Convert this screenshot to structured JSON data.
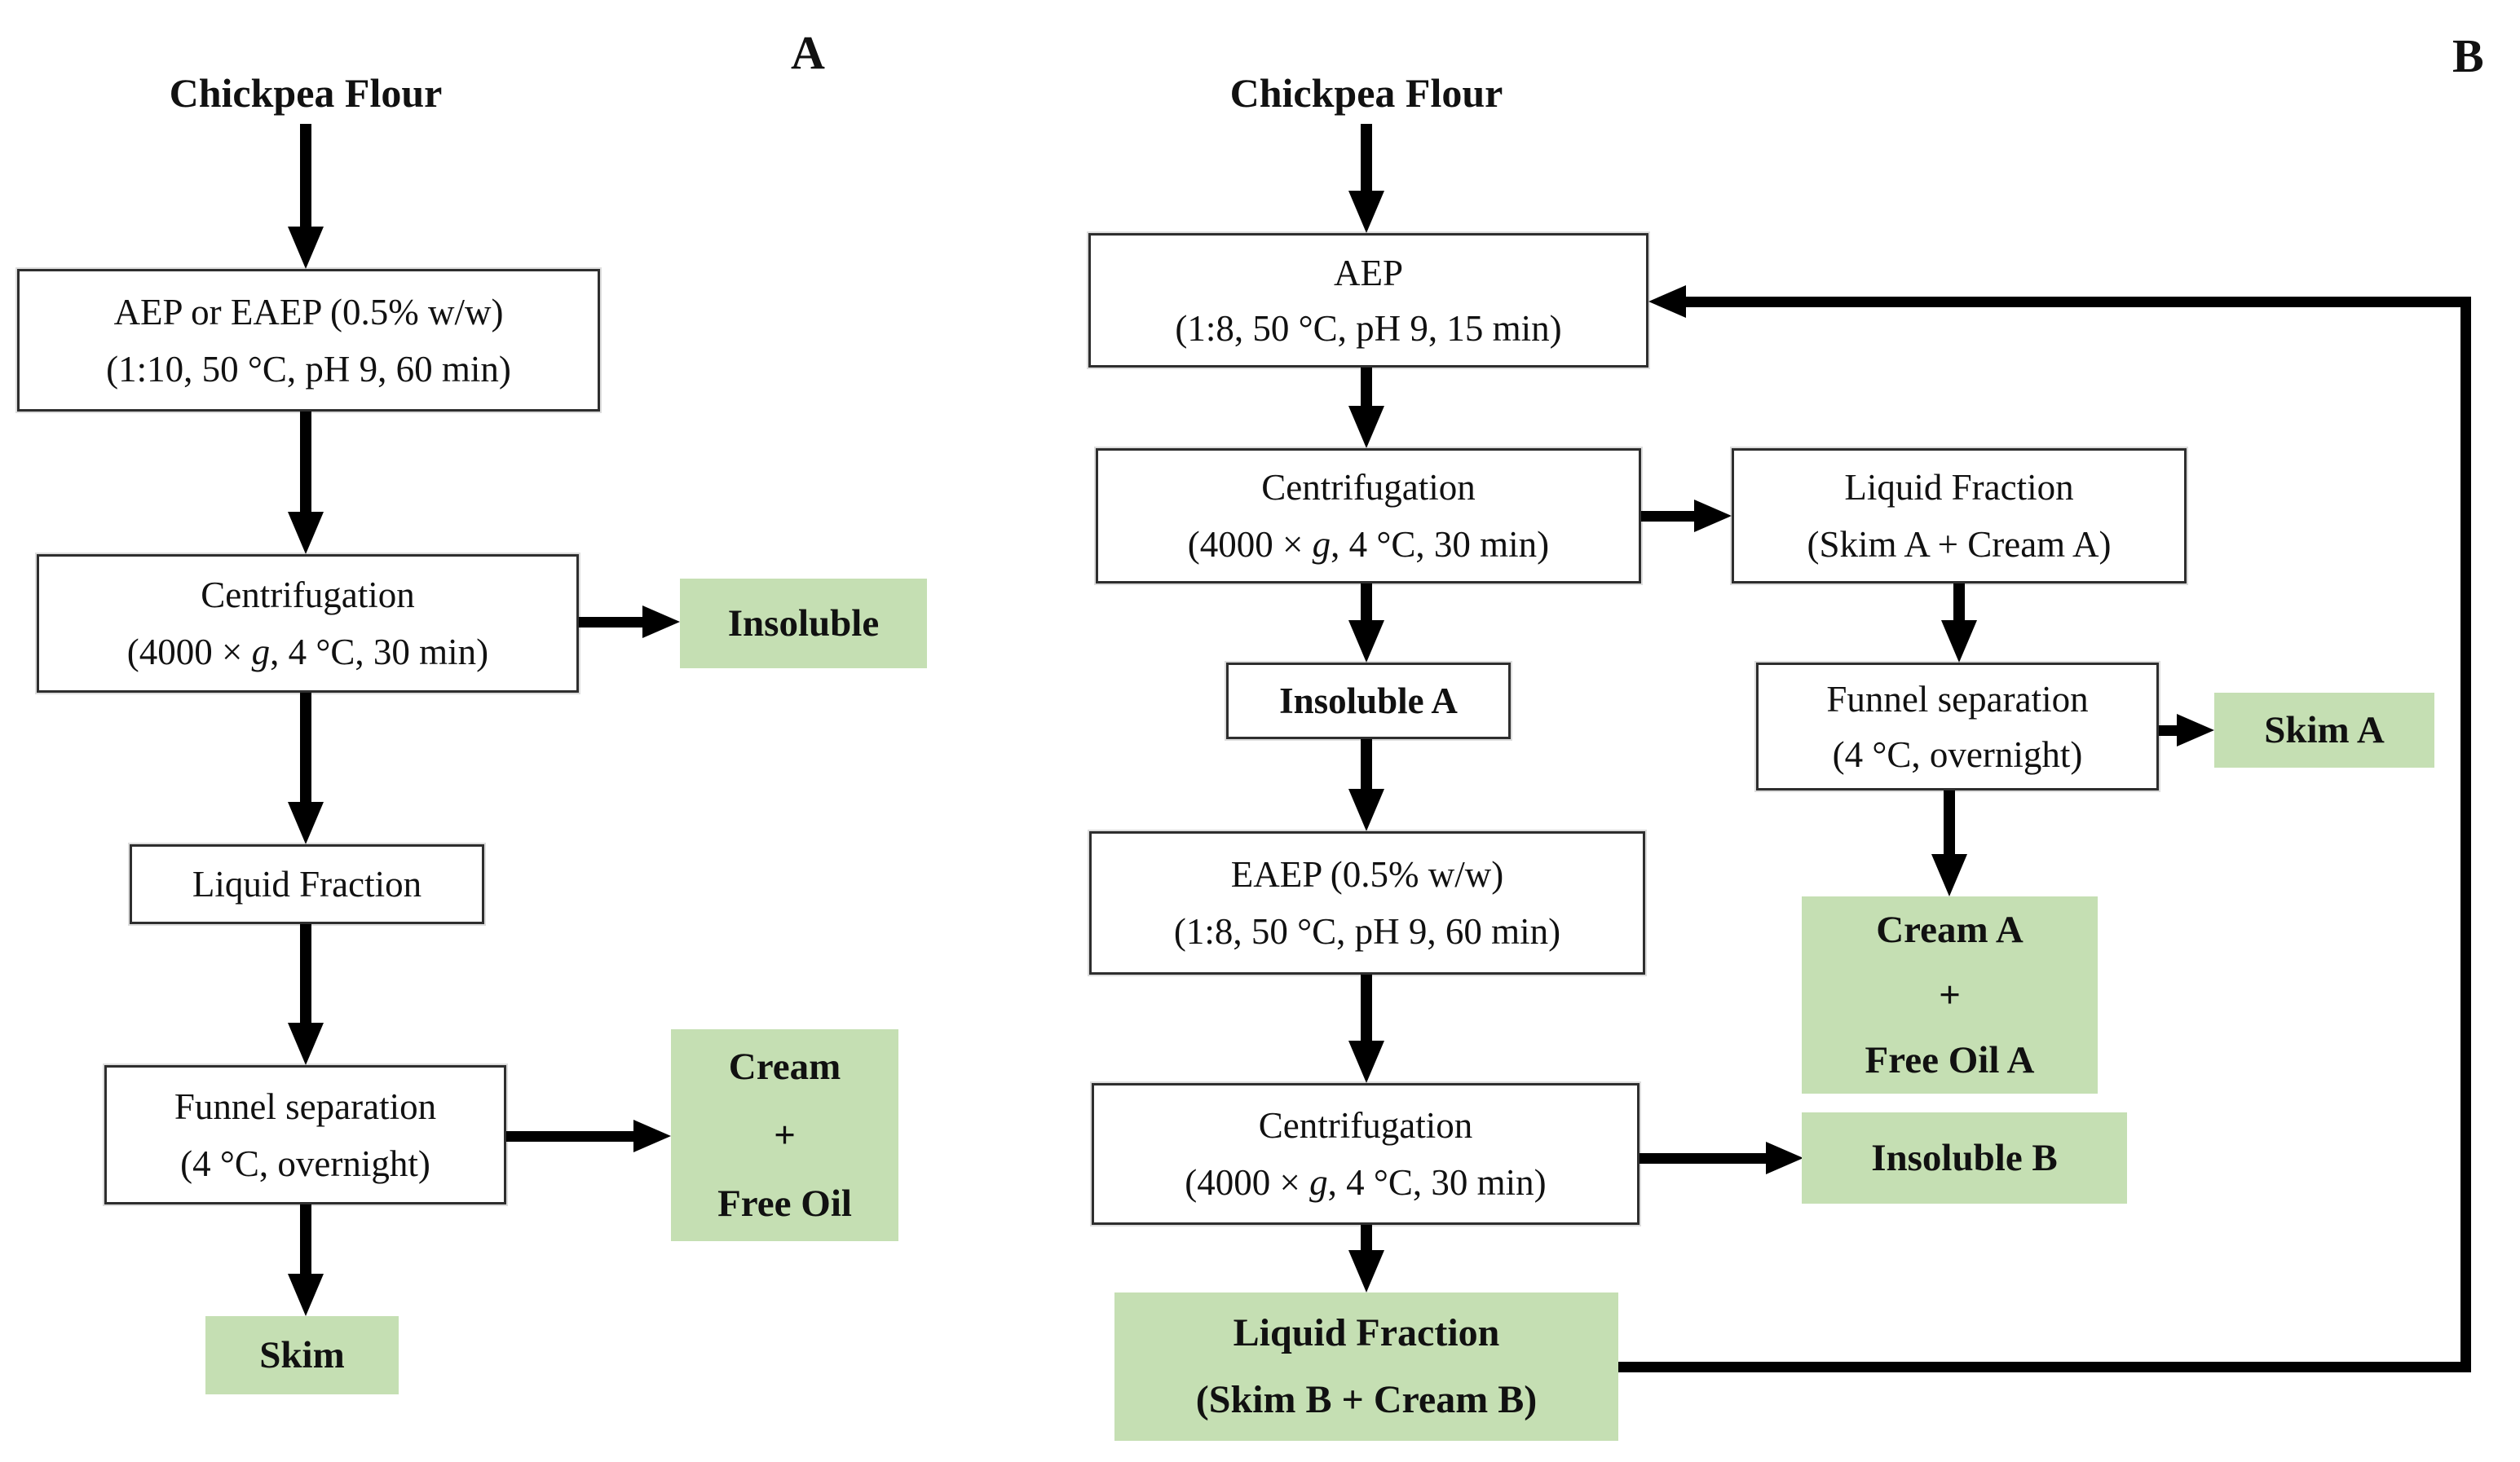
{
  "figure": {
    "colors": {
      "product_fill": "#c5dfb3",
      "box_border": "#2e2e2e",
      "arrow": "#000000"
    },
    "panels": [
      {
        "label": "A",
        "title": "Chickpea Flour",
        "nodes": {
          "aep": {
            "line1": "AEP or EAEP (0.5% w/w)",
            "line2": "(1:10, 50 °C, pH 9, 60 min)"
          },
          "centrifugation": {
            "line1": "Centrifugation",
            "line2_prefix": "(4000 × ",
            "line2_g": "g",
            "line2_suffix": ", 4 °C, 30 min)"
          },
          "insoluble": {
            "label": "Insoluble"
          },
          "liquid_fraction": {
            "label": "Liquid Fraction"
          },
          "funnel_separation": {
            "line1": "Funnel separation",
            "line2": "(4 °C, overnight)"
          },
          "cream_free_oil": {
            "line1": "Cream",
            "line2": "+",
            "line3": "Free Oil"
          },
          "skim": {
            "label": "Skim"
          }
        }
      },
      {
        "label": "B",
        "title": "Chickpea Flour",
        "nodes": {
          "aep": {
            "line1": "AEP",
            "line2": "(1:8, 50 °C, pH 9, 15 min)"
          },
          "centrifugation_1": {
            "line1": "Centrifugation",
            "line2_prefix": "(4000 × ",
            "line2_g": "g",
            "line2_suffix": ", 4 °C, 30 min)"
          },
          "liquid_fraction_a": {
            "line1": "Liquid Fraction",
            "line2": "(Skim A + Cream A)"
          },
          "insoluble_a": {
            "label": "Insoluble A"
          },
          "funnel_separation": {
            "line1": "Funnel separation",
            "line2": "(4 °C, overnight)"
          },
          "skim_a": {
            "label": "Skim A"
          },
          "cream_free_oil_a": {
            "line1": "Cream A",
            "line2": "+",
            "line3": "Free Oil A"
          },
          "eaep": {
            "line1": "EAEP (0.5% w/w)",
            "line2": "(1:8, 50 °C, pH 9, 60 min)"
          },
          "centrifugation_2": {
            "line1": "Centrifugation",
            "line2_prefix": "(4000 × ",
            "line2_g": "g",
            "line2_suffix": ", 4 °C, 30 min)"
          },
          "insoluble_b": {
            "label": "Insoluble B"
          },
          "liquid_fraction_b": {
            "line1": "Liquid Fraction",
            "line2": "(Skim B + Cream B)"
          }
        }
      }
    ]
  }
}
